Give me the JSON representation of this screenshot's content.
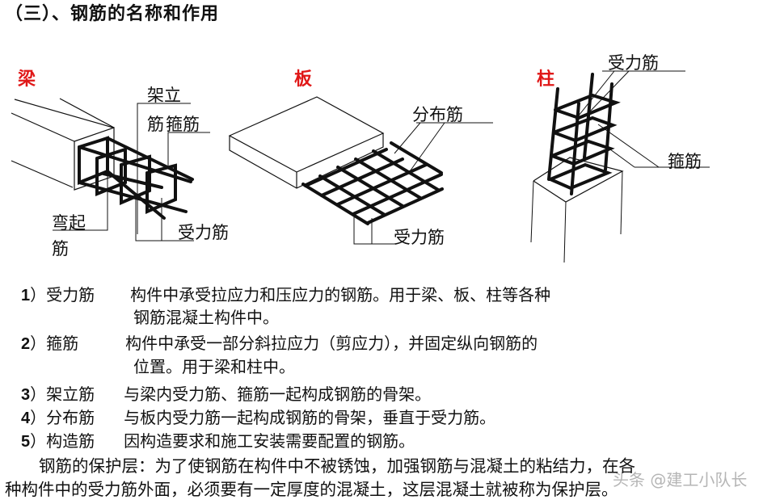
{
  "title": "（三）、钢筋的名称和作用",
  "figures": {
    "beam": {
      "name": "梁",
      "labels": {
        "erect_1": "架立",
        "erect_2": "筋",
        "stirrup": "箍筋",
        "bent_1": "弯起",
        "bent_2": "筋",
        "main": "受力筋"
      }
    },
    "slab": {
      "name": "板",
      "labels": {
        "distribution": "分布筋",
        "main": "受力筋"
      }
    },
    "column": {
      "name": "柱",
      "labels": {
        "main": "受力筋",
        "stirrup": "箍筋"
      }
    }
  },
  "items": [
    {
      "num": "1",
      "paren": "）",
      "term": "受力筋",
      "desc": [
        "构件中承受拉应力和压应力的钢筋。用于梁、板、柱等各种",
        "钢筋混凝土构件中。"
      ]
    },
    {
      "num": "2",
      "paren": "）",
      "term": "箍筋",
      "desc": [
        "构件中承受一部分斜拉应力（剪应力），并固定纵向钢筋的",
        "位置。用于梁和柱中。"
      ]
    },
    {
      "num": "3",
      "paren": "）",
      "term": "架立筋",
      "desc": [
        "与梁内受力筋、箍筋一起构成钢筋的骨架。"
      ]
    },
    {
      "num": "4",
      "paren": "）",
      "term": "分布筋",
      "desc": [
        "与板内受力筋一起构成钢筋的骨架，垂直于受力筋。"
      ]
    },
    {
      "num": "5",
      "paren": "）",
      "term": "构造筋",
      "desc": [
        "因构造要求和施工安装需要配置的钢筋。"
      ]
    }
  ],
  "protective_layer": {
    "line1": "钢筋的保护层：为了使钢筋在构件中不被锈蚀，加强钢筋与混凝土的粘结力，在各",
    "line2": "种构件中的受力筋外面，必须要有一定厚度的混凝土，这层混凝土就被称为保护层。"
  },
  "watermark": "头条 @建工小队长",
  "colors": {
    "figure_label": "#e01818",
    "text": "#111111"
  }
}
